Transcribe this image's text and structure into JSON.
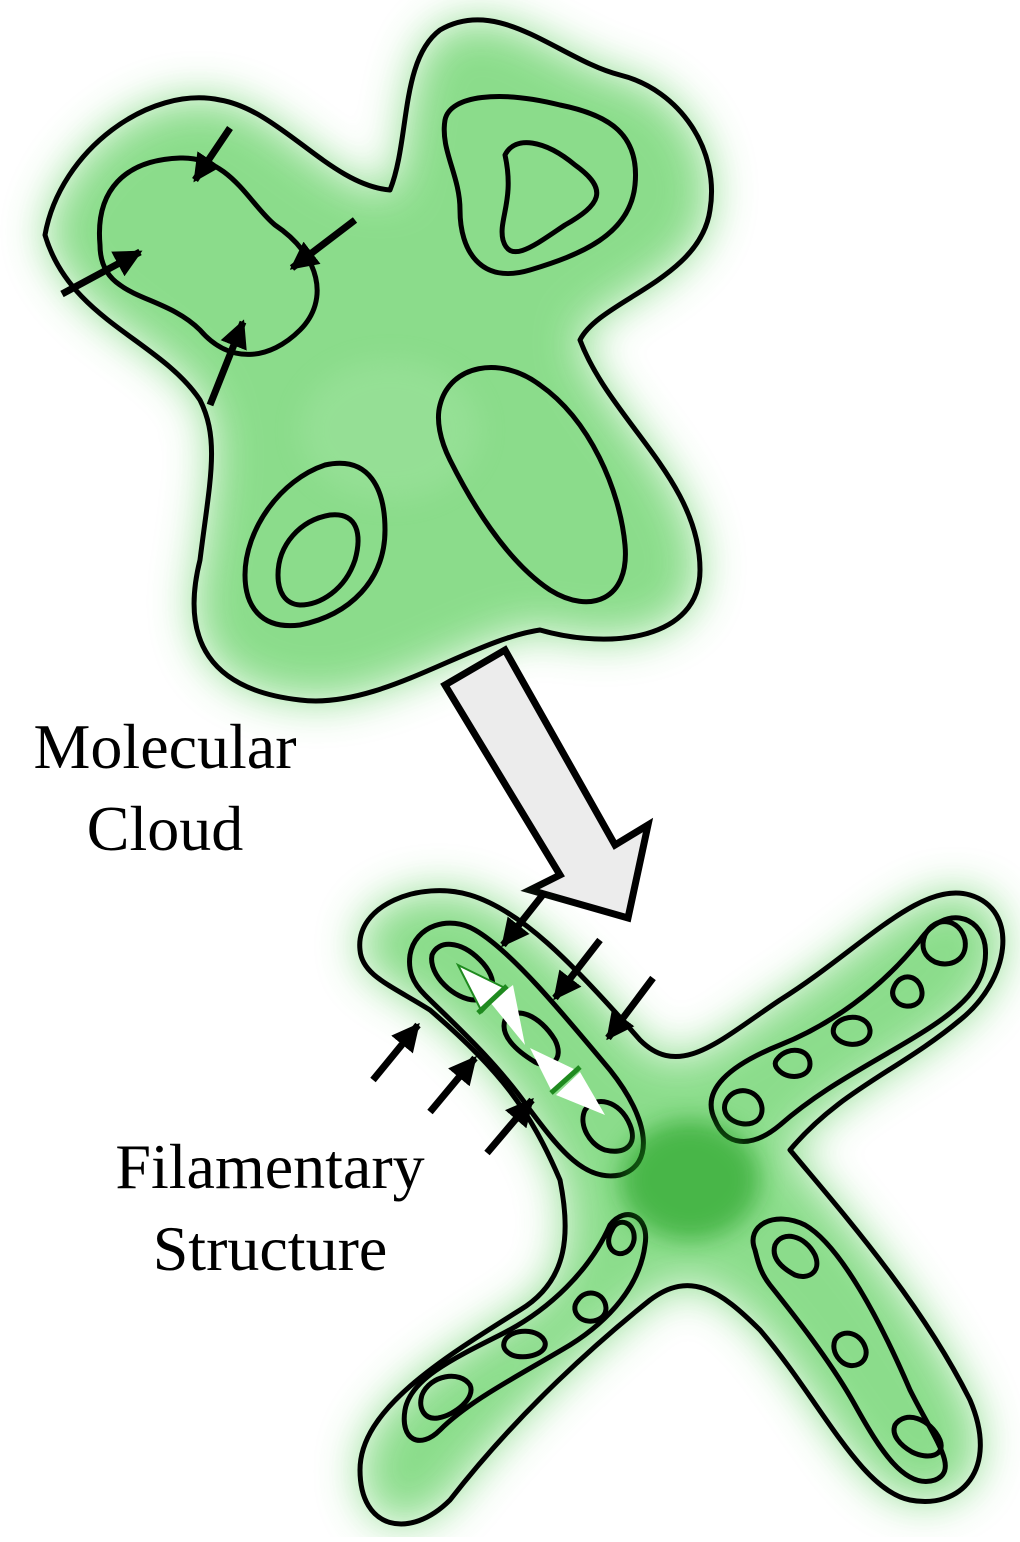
{
  "labels": {
    "cloud_line1": "Molecular",
    "cloud_line2": "Cloud",
    "filament_line1": "Filamentary",
    "filament_line2": "Structure"
  },
  "colors": {
    "gas_light": "#7fd97f",
    "gas_mid": "#2fb52f",
    "gas_dense": "#0b7a0b",
    "arrow_fill": "#ececec",
    "outline": "#000000",
    "width_marker": "#1f8a1f"
  }
}
